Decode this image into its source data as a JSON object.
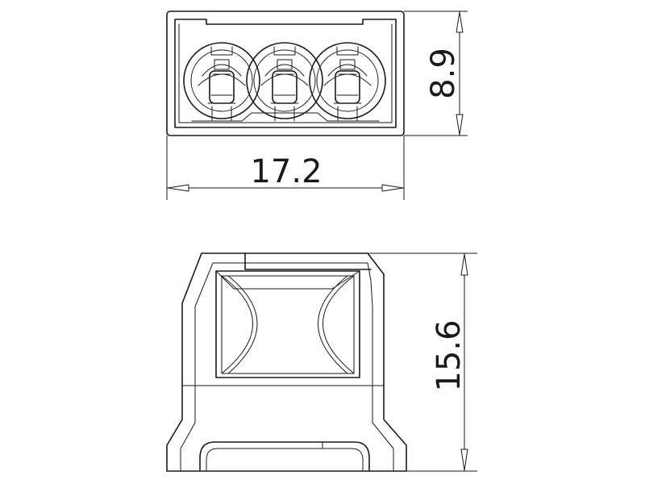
{
  "dimensions": {
    "top_height": "8.9",
    "top_width": "17.2",
    "side_height": "15.6"
  },
  "colors": {
    "line": "#1a1a1a",
    "background": "#ffffff"
  }
}
